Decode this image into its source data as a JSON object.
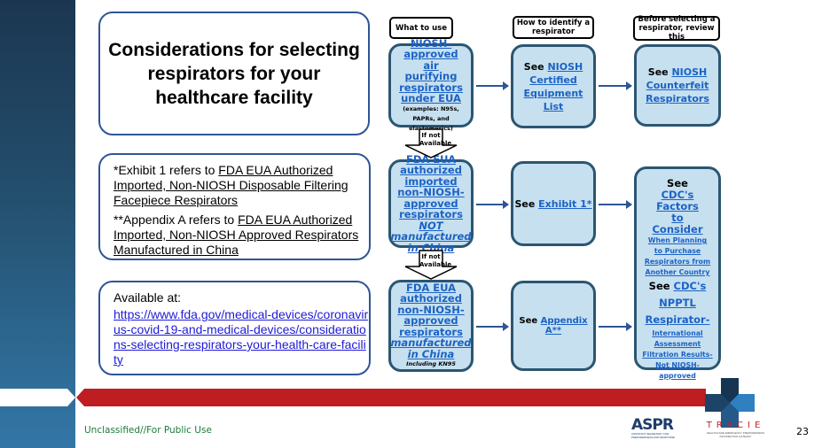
{
  "title": "Considerations for selecting respirators for your healthcare facility",
  "notes": {
    "exhibit_prefix": "*Exhibit 1 refers to ",
    "exhibit_link": "FDA EUA Authorized Imported, Non-NIOSH Disposable Filtering Facepiece Respirators",
    "appendix_prefix": "**Appendix A refers to ",
    "appendix_link": "FDA EUA Authorized Imported, Non-NIOSH Approved Respirators Manufactured in China"
  },
  "availability": {
    "label": "Available at:",
    "url": "https://www.fda.gov/medical-devices/coronavirus-covid-19-and-medical-devices/considerations-selecting-respirators-your-health-care-facility"
  },
  "flow": {
    "headers": [
      "What to use",
      "How to identify a respirator",
      "Before selecting a respirator, review this"
    ],
    "down_arrow_label": "If not Available",
    "row1": {
      "what_link": "NIOSH-approved air purifying respirators under EUA",
      "what_note": "(examples: N95s, PAPRs, and elastomerics)",
      "how_prefix": "See ",
      "how_link": "NIOSH Certified Equipment List",
      "review_prefix": "See ",
      "review_link": "NIOSH Counterfeit Respirators"
    },
    "row2": {
      "what_link": "FDA EUA authorized imported non-NIOSH-approved respirators ",
      "what_link_italic": "NOT manufactured in China",
      "how_prefix": "See ",
      "how_link": "Exhibit 1*"
    },
    "row3": {
      "what_link": "FDA EUA authorized non-NIOSH-approved respirators ",
      "what_link_italic": "manufactured in China",
      "what_note": "Including KN95",
      "how_prefix": "See ",
      "how_link": "Appendix A**"
    },
    "review_combined": {
      "part1_prefix": "See ",
      "part1_link_big": "CDC's Factors to Consider",
      "part1_link_small": "When Planning to Purchase Respirators from Another Country",
      "part2_prefix": "See ",
      "part2_link_big": "CDC's NPPTL Respirator-",
      "part2_link_small": "International Assessment Filtration Results-Not NIOSH-approved"
    }
  },
  "footer": {
    "classification": "Unclassified//For Public Use",
    "page_number": "23",
    "logo_aspr": "ASPR",
    "logo_aspr_sub": "ASSISTANT SECRETARY FOR PREPAREDNESS AND RESPONSE",
    "logo_tracie": "TRACIE",
    "logo_tracie_sub": "HEALTHCARE EMERGENCY PREPAREDNESS INFORMATION GATEWAY"
  },
  "colors": {
    "sidebar_dark": "#1b3650",
    "sidebar_light": "#3376a6",
    "accent_red": "#be1e22",
    "box_fill": "#c6e0f0",
    "box_border": "#2b5672",
    "link": "#1c62c4",
    "classification_green": "#1e7a3c"
  }
}
